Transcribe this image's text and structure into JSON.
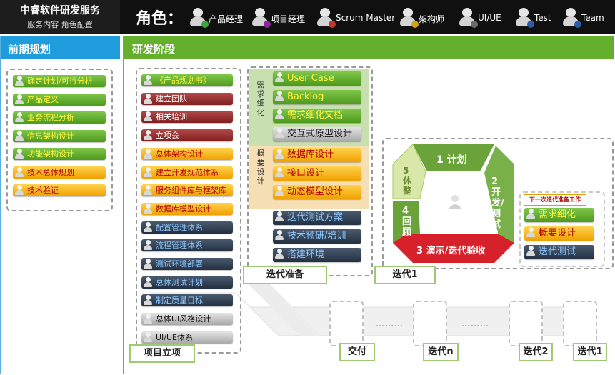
{
  "header": {
    "brand_title": "中睿软件研发服务",
    "brand_subtitle": "服务内容 角色配置",
    "roles_label": "角色：",
    "roles": [
      {
        "name": "产品经理",
        "badge_color": "#3ca63c"
      },
      {
        "name": "项目经理",
        "badge_color": "#8a2a9a"
      },
      {
        "name": "Scrum Master",
        "badge_color": "#c0392b"
      },
      {
        "name": "架构师",
        "badge_color": "#d4a017"
      },
      {
        "name": "UI/UE",
        "badge_color": "#6b6b6b"
      },
      {
        "name": "Test",
        "badge_color": "#2a5caa"
      },
      {
        "name": "Team",
        "badge_color": "#2a5caa"
      }
    ]
  },
  "pre_planning": {
    "title": "前期规划",
    "items": [
      {
        "label": "确定计划/可行分析",
        "color": "green"
      },
      {
        "label": "产品定义",
        "color": "green"
      },
      {
        "label": "业务流程分析",
        "color": "green"
      },
      {
        "label": "信息架构设计",
        "color": "green"
      },
      {
        "label": "功能架构设计",
        "color": "green"
      },
      {
        "label": "技术总体规划",
        "color": "yellow"
      },
      {
        "label": "技术验证",
        "color": "yellow"
      }
    ]
  },
  "dev_stage": {
    "title": "研发阶段",
    "project_setup": {
      "tag": "项目立项",
      "items": [
        {
          "label": "《产品规划书》",
          "color": "green"
        },
        {
          "label": "建立团队",
          "color": "red"
        },
        {
          "label": "相关培训",
          "color": "red"
        },
        {
          "label": "立项会",
          "color": "red"
        },
        {
          "label": "总体架构设计",
          "color": "yellow"
        },
        {
          "label": "建立开发规范体系",
          "color": "yellow"
        },
        {
          "label": "服务组件库与框架库",
          "color": "yellow"
        },
        {
          "label": "数据库模型设计",
          "color": "yellow"
        },
        {
          "label": "配置管理体系",
          "color": "navy"
        },
        {
          "label": "流程管理体系",
          "color": "navy"
        },
        {
          "label": "测试环境部署",
          "color": "navy"
        },
        {
          "label": "总体测试计划",
          "color": "navy"
        },
        {
          "label": "制定质量目标",
          "color": "navy"
        },
        {
          "label": "总体UI风格设计",
          "color": "silver"
        },
        {
          "label": "UI/UE体系",
          "color": "silver"
        }
      ]
    },
    "iteration_prep": {
      "tag": "迭代准备",
      "demand_label": "需求细化",
      "outline_label": "概要设计",
      "demand_items": [
        {
          "label": "User Case",
          "color": "green"
        },
        {
          "label": "Backlog",
          "color": "green"
        },
        {
          "label": "需求细化文档",
          "color": "green"
        },
        {
          "label": "交互式原型设计",
          "color": "silver"
        }
      ],
      "outline_items": [
        {
          "label": "数据库设计",
          "color": "yellow"
        },
        {
          "label": "接口设计",
          "color": "yellow"
        },
        {
          "label": "动态模型设计",
          "color": "yellow"
        }
      ],
      "test_items": [
        {
          "label": "迭代测试方案",
          "color": "navy"
        },
        {
          "label": "技术预研/培训",
          "color": "navy"
        },
        {
          "label": "搭建环境",
          "color": "navy"
        }
      ]
    },
    "iteration1": {
      "tag": "迭代1",
      "cycle": {
        "plan": "1 计划",
        "dev_test": "2 开发/测试",
        "demo": "3 演示/迭代验收",
        "review": "4 回顾",
        "rest": "5 休整"
      },
      "next_label": "下一次迭代准备工作",
      "next_items": [
        {
          "label": "需求细化",
          "color": "green"
        },
        {
          "label": "概要设计",
          "color": "yellow"
        },
        {
          "label": "迭代测试",
          "color": "navy"
        }
      ]
    },
    "timeline": {
      "delivery": "交付",
      "iter_n": "迭代n",
      "iter_2": "迭代2",
      "iter_1": "迭代1",
      "ellipsis_1": "………",
      "ellipsis_2": "………"
    }
  }
}
